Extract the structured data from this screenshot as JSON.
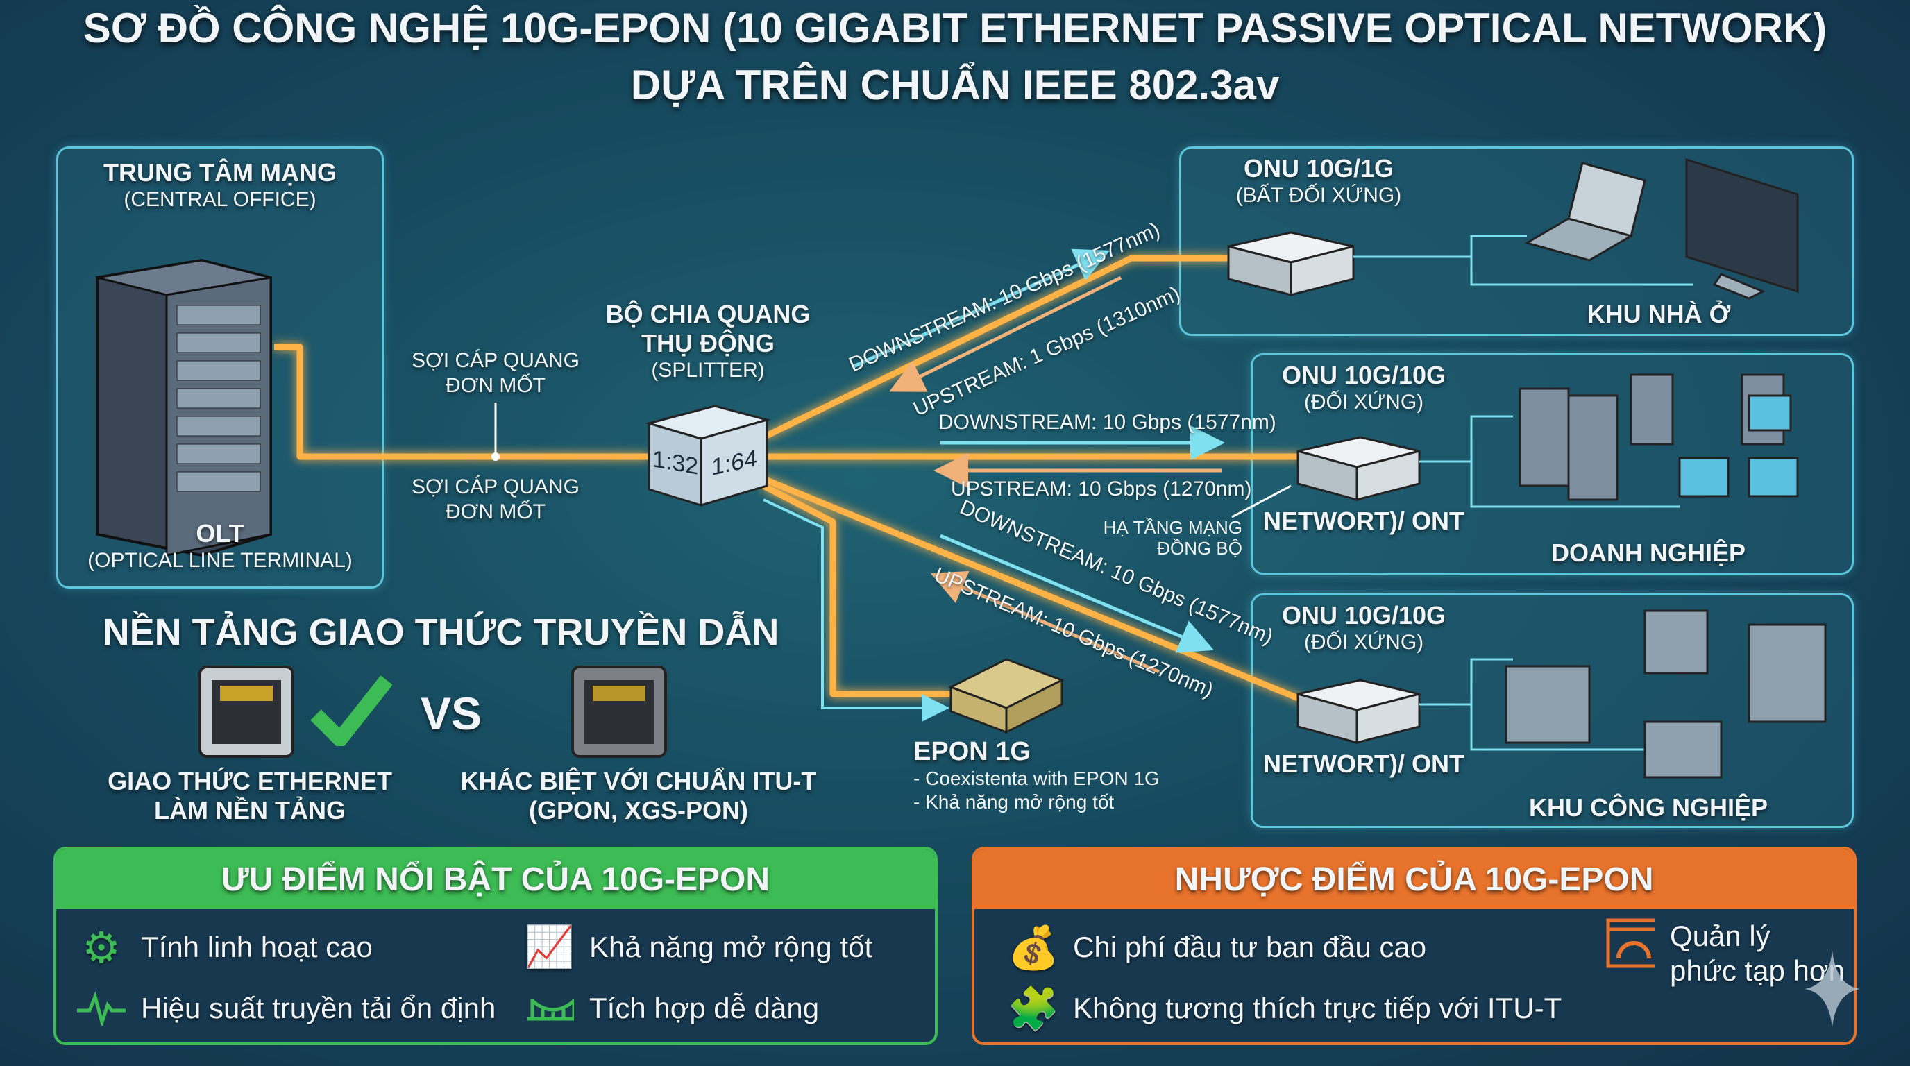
{
  "title": {
    "line1": "SƠ ĐỒ CÔNG NGHỆ 10G-EPON (10 GIGABIT ETHERNET PASSIVE OPTICAL NETWORK)",
    "line2": "DỰA TRÊN CHUẨN IEEE 802.3av"
  },
  "central_office": {
    "title": "TRUNG TÂM MẠNG",
    "subtitle": "(CENTRAL OFFICE)",
    "device": "OLT",
    "device_full": "(OPTICAL LINE TERMINAL)"
  },
  "fiber": {
    "top_line1": "SỢI CÁP QUANG",
    "top_line2": "ĐƠN MỐT",
    "bottom_line1": "SỢI CÁP QUANG",
    "bottom_line2": "ĐƠN MỐT"
  },
  "splitter": {
    "line1": "BỘ CHIA QUANG",
    "line2": "THỤ ĐỘNG",
    "line3": "(SPLITTER)",
    "ratio_a": "1:32",
    "ratio_b": "1:64"
  },
  "links": {
    "res_down": "DOWNSTREAM: 10 Gbps (1577nm)",
    "res_up": "UPSTREAM: 1 Gbps (1310nm)",
    "biz_down": "DOWNSTREAM: 10 Gbps (1577nm)",
    "biz_up": "UPSTREAM: 10 Gbps (1270nm)",
    "ind_down": "DOWNSTREAM: 10 Gbps (1577nm)",
    "ind_up": "UPSTREAM: 10 Gbps (1270nm)"
  },
  "sync_infra": {
    "line1": "HẠ TẦNG MẠNG",
    "line2": "ĐỒNG BỘ"
  },
  "residential": {
    "onu": "ONU 10G/1G",
    "type": "(BẤT ĐỐI XỨNG)",
    "area": "KHU NHÀ Ở"
  },
  "business": {
    "onu": "ONU 10G/10G",
    "type": "(ĐỐI XỨNG)",
    "device": "NETWORT)/ ONT",
    "area": "DOANH NGHIỆP"
  },
  "industrial": {
    "onu": "ONU 10G/10G",
    "type": "(ĐỐI XỨNG)",
    "device": "NETWORT)/ ONT",
    "area": "KHU CÔNG NGHIỆP"
  },
  "epon1g": {
    "title": "EPON 1G",
    "note1": "- Coexistenta with EPON 1G",
    "note2": "- Khả năng mở rộng tốt"
  },
  "protocol": {
    "title": "NỀN TẢNG GIAO THỨC TRUYỀN DẪN",
    "vs": "VS",
    "left_line1": "GIAO THỨC ETHERNET",
    "left_line2": "LÀM NỀN TẢNG",
    "right_line1": "KHÁC BIỆT VỚI CHUẨN ITU-T",
    "right_line2": "(GPON, XGS-PON)"
  },
  "pros": {
    "title": "ƯU ĐIỂM NỔI BẬT CỦA 10G-EPON",
    "items": [
      "Tính linh hoạt cao",
      "Khả năng mở rộng tốt",
      "Hiệu suất truyền tải ổn định",
      "Tích hợp dễ dàng"
    ],
    "color": "#3dbb54"
  },
  "cons": {
    "title": "NHƯỢC ĐIỂM CỦA 10G-EPON",
    "items": [
      "Chi phí đầu tư ban đầu cao",
      "Không tương thích trực tiếp với ITU-T",
      "Quản lý",
      "phức tạp hơn"
    ],
    "color": "#e8732c"
  }
}
